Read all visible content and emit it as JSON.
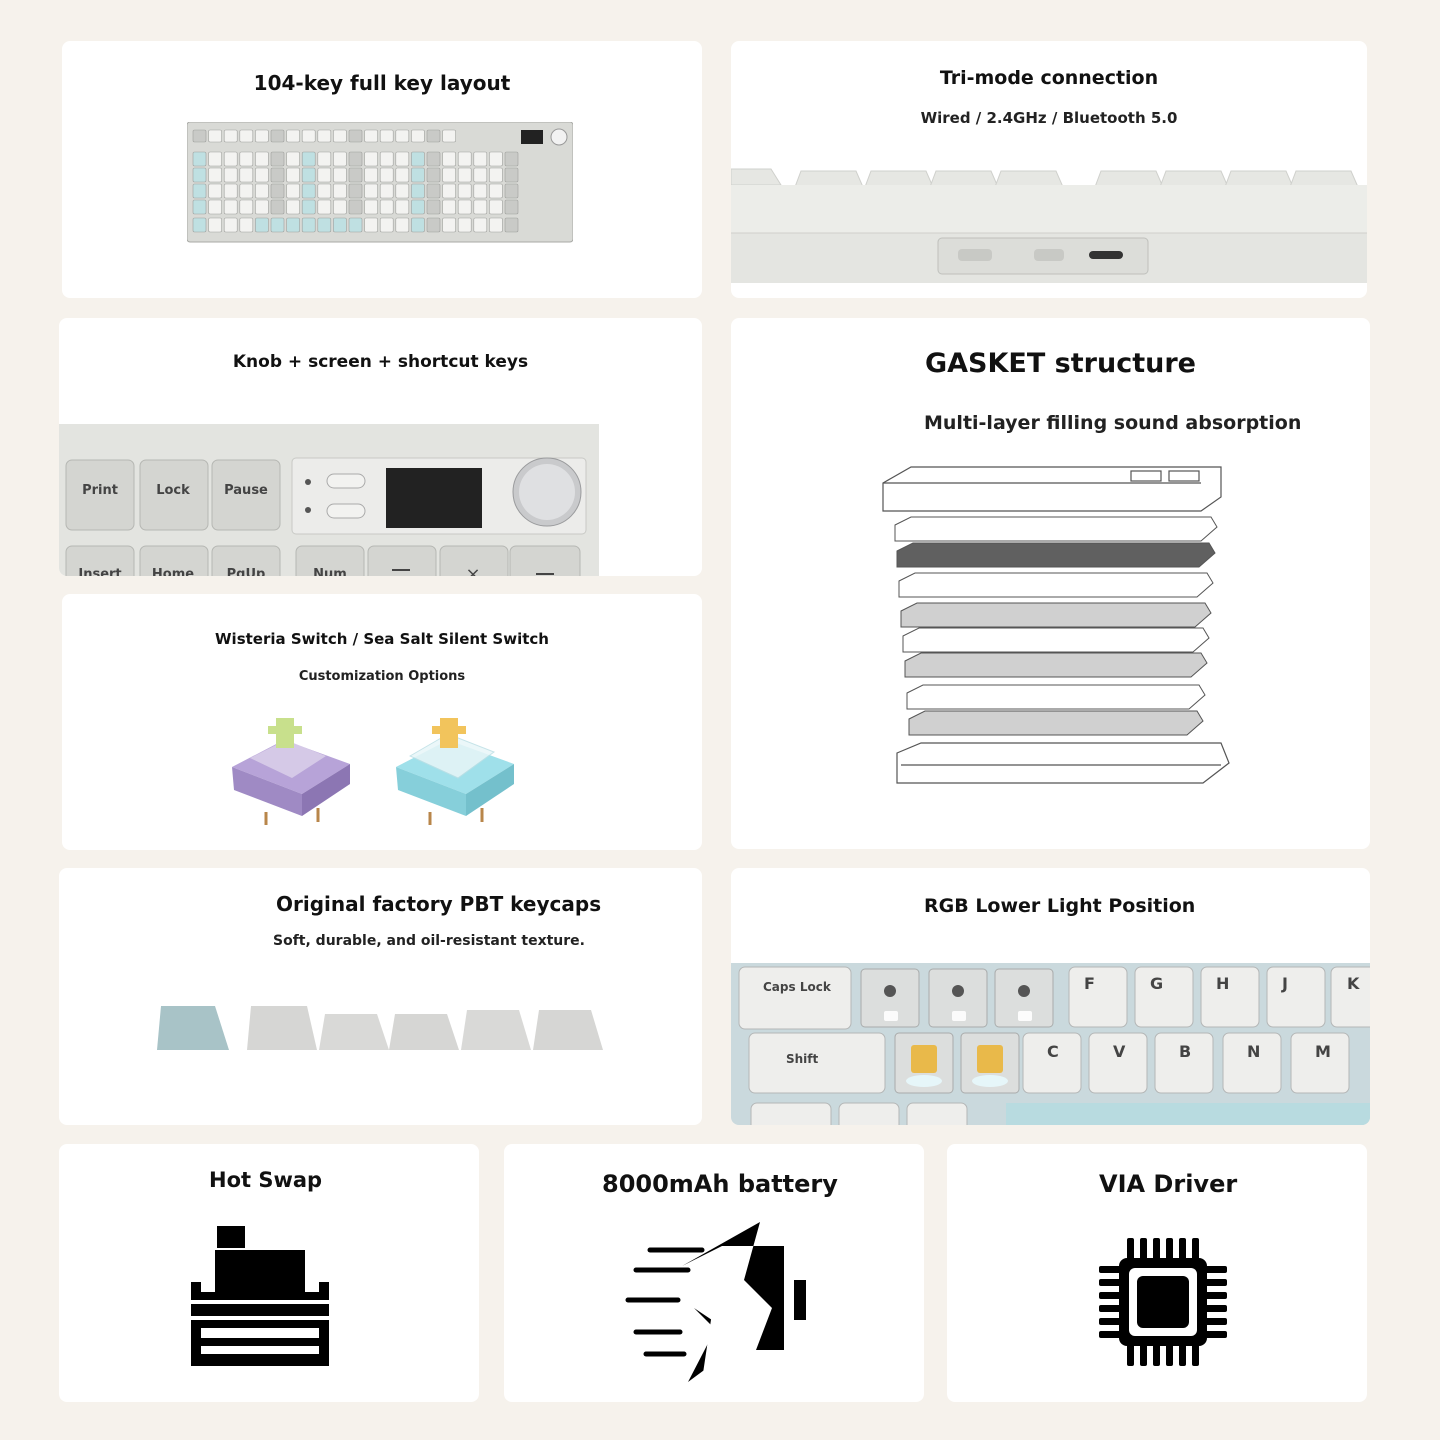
{
  "layout_card": {
    "title": "104-key full key layout"
  },
  "connection_card": {
    "title": "Tri-mode connection",
    "subtitle": "Wired / 2.4GHz / Bluetooth 5.0"
  },
  "knob_card": {
    "title": "Knob + screen + shortcut keys",
    "keys": [
      "Print",
      "Lock",
      "Pause",
      "Insert",
      "Home",
      "PgUp",
      "Num"
    ]
  },
  "gasket_card": {
    "title": "GASKET structure",
    "subtitle": "Multi-layer filling sound absorption"
  },
  "switch_card": {
    "title": "Wisteria Switch / Sea Salt Silent Switch",
    "subtitle": "Customization Options"
  },
  "keycap_card": {
    "title": "Original factory PBT keycaps",
    "subtitle": "Soft, durable, and oil-resistant texture."
  },
  "rgb_card": {
    "title": "RGB Lower Light Position",
    "keys": [
      "Caps Lock",
      "F",
      "G",
      "H",
      "J",
      "K",
      "Shift",
      "C",
      "V",
      "B",
      "N",
      "M"
    ]
  },
  "hotswap_card": {
    "title": "Hot Swap",
    "icon": "hot-swap-icon"
  },
  "battery_card": {
    "title": "8000mAh battery",
    "icon": "battery-charging-icon"
  },
  "via_card": {
    "title": "VIA Driver",
    "icon": "chip-icon"
  }
}
